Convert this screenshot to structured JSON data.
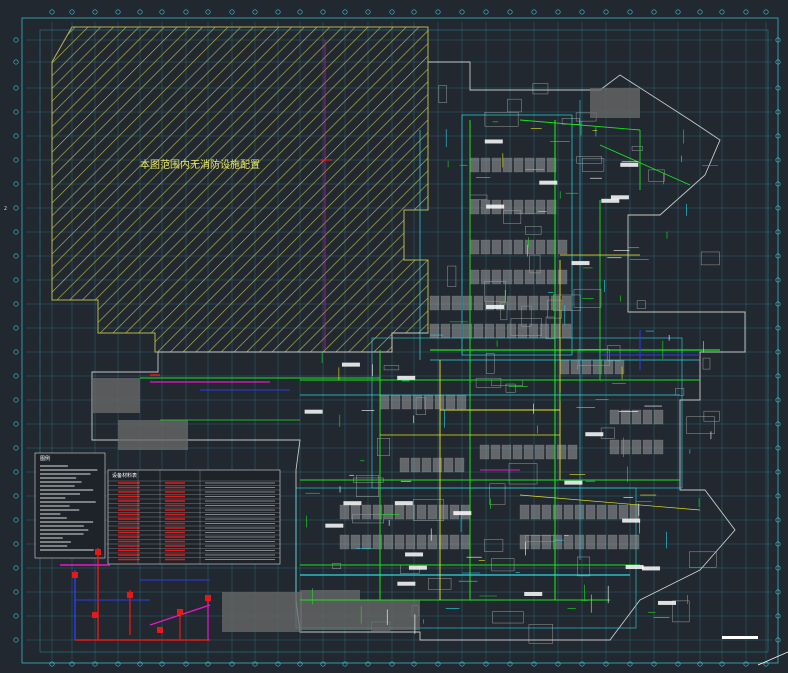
{
  "drawing": {
    "background": "#212830",
    "grid_color": "#3ec8d8",
    "wall_color": "#c8c8c8",
    "accent_colors": {
      "green": "#19e619",
      "cyan": "#2ad9e6",
      "yellow": "#e6e619",
      "magenta": "#e619c8",
      "red": "#e61919",
      "blue": "#2a3ce6",
      "hatch": "#c9c454"
    },
    "hatched_area_label": "本图范围内无消防设施配置",
    "left_axis_tick": "2",
    "legend_block_title": "图例",
    "table_block_title": "设备材料表"
  }
}
